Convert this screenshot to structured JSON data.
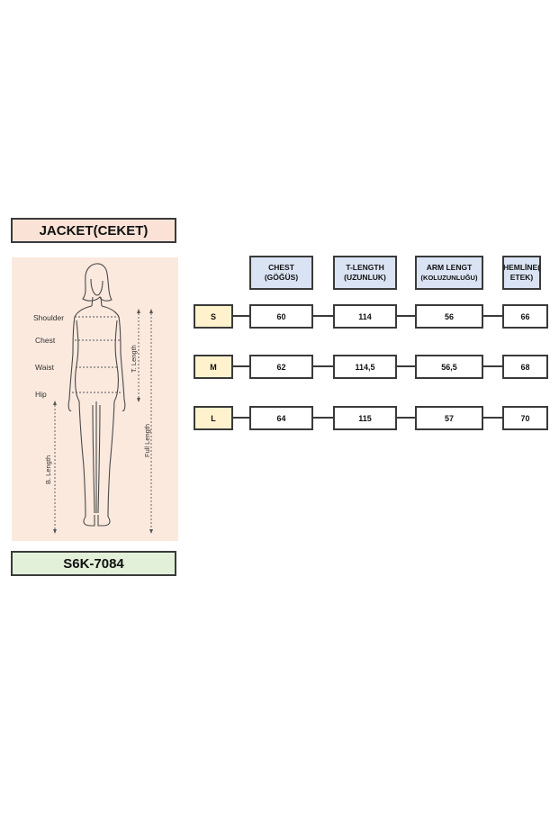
{
  "title": "JACKET(CEKET)",
  "product_code": "S6K-7084",
  "figure": {
    "labels": {
      "shoulder": "Shoulder",
      "chest": "Chest",
      "waist": "Waist",
      "hip": "Hip",
      "t_length": "T. Length",
      "b_length": "B. Length",
      "full_length": "Full Length"
    }
  },
  "headers": [
    {
      "line1": "CHEST",
      "line2": "(GÖĞÜS)"
    },
    {
      "line1": "T-LENGTH",
      "line2": "(UZUNLUK)"
    },
    {
      "line1": "ARM LENGT",
      "line2": "(KOLUZUNLUĞU)"
    },
    {
      "line1": "HEMLİNE(",
      "line2": "ETEK)"
    }
  ],
  "rows": [
    {
      "size": "S",
      "values": [
        "60",
        "114",
        "56",
        "66"
      ]
    },
    {
      "size": "M",
      "values": [
        "62",
        "114,5",
        "56,5",
        "68"
      ]
    },
    {
      "size": "L",
      "values": [
        "64",
        "115",
        "57",
        "70"
      ]
    }
  ]
}
